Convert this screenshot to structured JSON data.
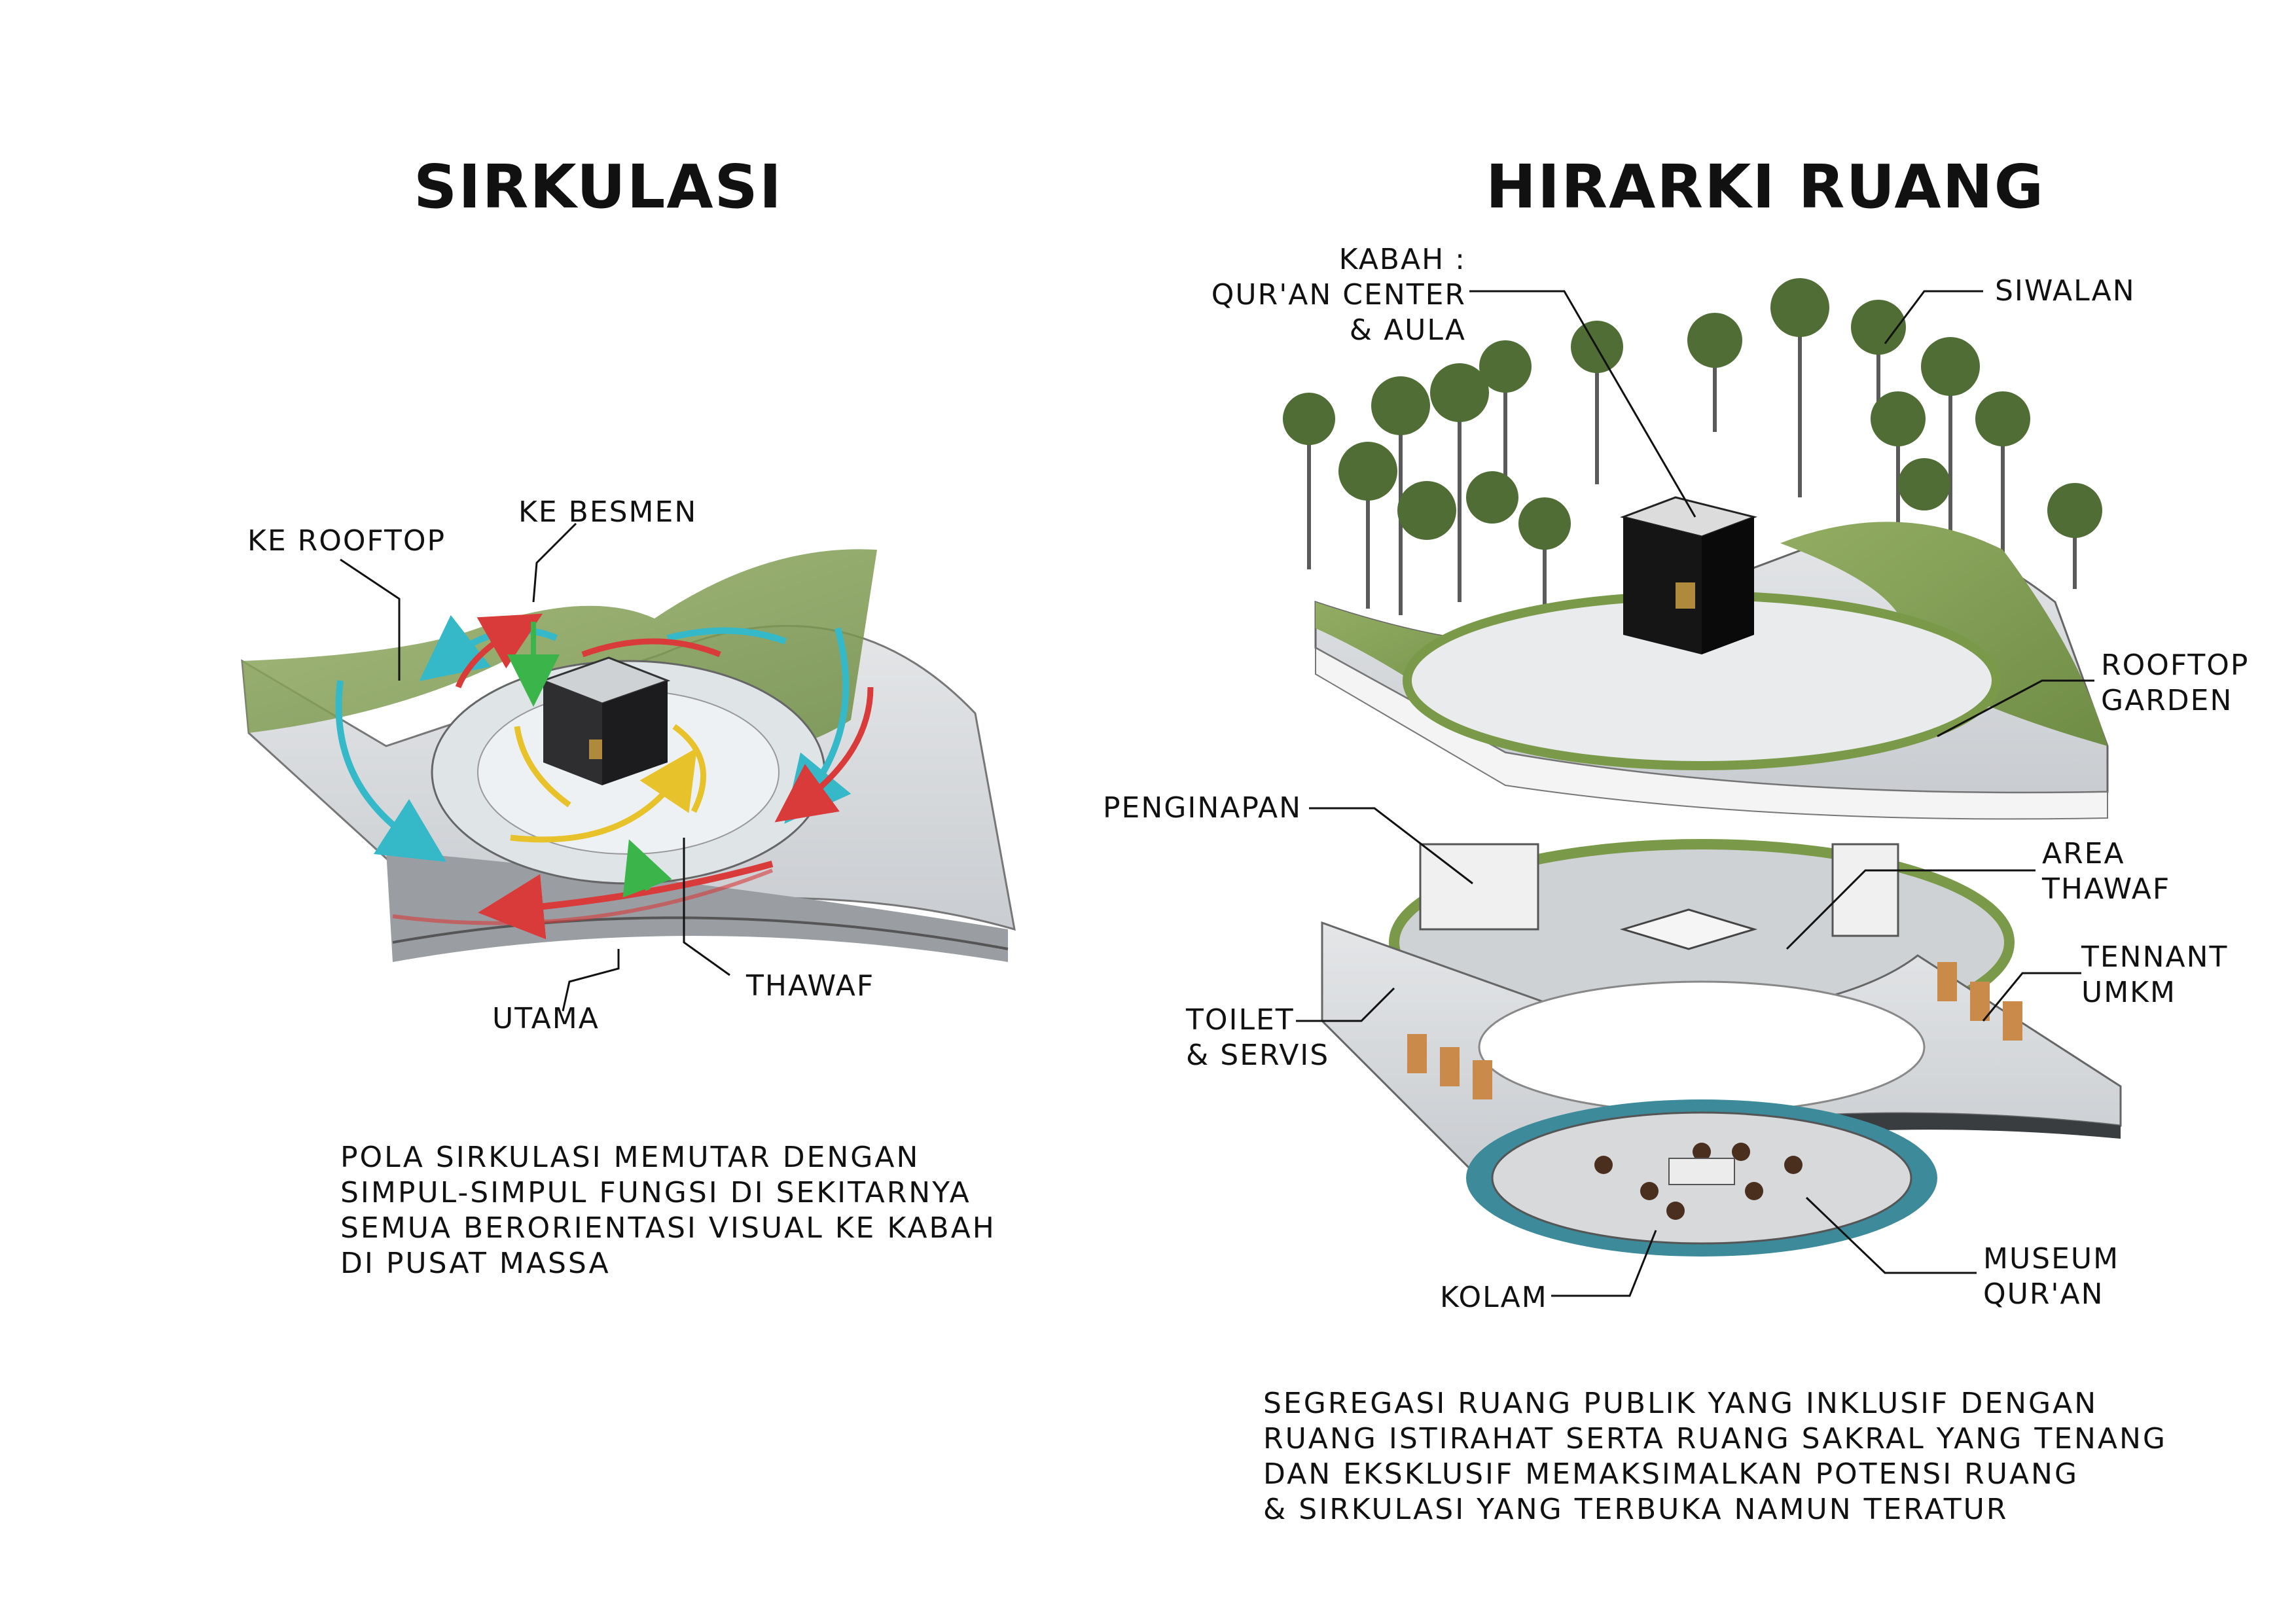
{
  "left_panel": {
    "title": "SIRKULASI",
    "labels": {
      "ke_rooftop": "KE ROOFTOP",
      "ke_besmen": "KE BESMEN",
      "utama": "UTAMA",
      "thawaf": "THAWAF"
    },
    "description": [
      "POLA SIRKULASI MEMUTAR DENGAN",
      "SIMPUL-SIMPUL FUNGSI DI SEKITARNYA",
      "SEMUA BERORIENTASI VISUAL KE KABAH",
      "DI PUSAT MASSA"
    ]
  },
  "right_panel": {
    "title": "HIRARKI RUANG",
    "labels": {
      "kabah": [
        "KABAH :",
        "QUR'AN CENTER",
        "& AULA"
      ],
      "siwalan": "SIWALAN",
      "rooftop_garden": [
        "ROOFTOP",
        "GARDEN"
      ],
      "penginapan": "PENGINAPAN",
      "area_thawaf": [
        "AREA",
        "THAWAF"
      ],
      "tennant_umkm": [
        "TENNANT",
        "UMKM"
      ],
      "toilet_servis": [
        "TOILET",
        "& SERVIS"
      ],
      "museum_quran": [
        "MUSEUM",
        "QUR'AN"
      ],
      "kolam": "KOLAM"
    },
    "description": [
      "SEGREGASI RUANG PUBLIK YANG INKLUSIF DENGAN",
      "RUANG ISTIRAHAT SERTA RUANG SAKRAL YANG TENANG",
      "DAN EKSKLUSIF MEMAKSIMALKAN POTENSI RUANG",
      "& SIRKULASI YANG TERBUKA NAMUN TERATUR"
    ]
  },
  "colors": {
    "circulation_main": "#d93a3a",
    "circulation_rooftop": "#35b9c9",
    "circulation_basement": "#3bb54a",
    "circulation_thawaf": "#e8c22a",
    "garden": "#7a9a4a",
    "kabah": "#1a1a1a",
    "pool": "#3c8a9a"
  }
}
